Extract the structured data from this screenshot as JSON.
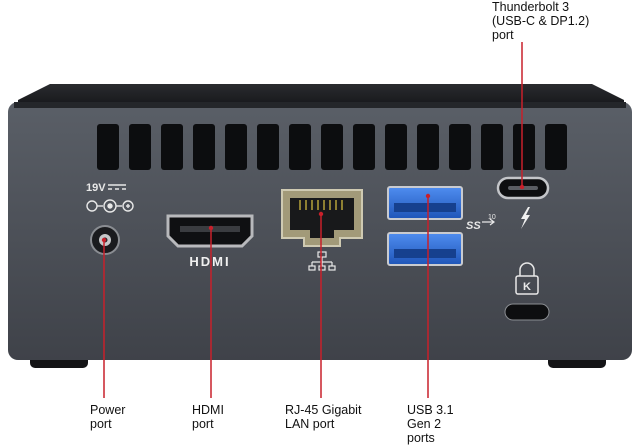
{
  "callouts": {
    "thunderbolt": "Thunderbolt 3\n(USB-C & DP1.2)\nport",
    "power": "Power\nport",
    "hdmi": "HDMI\nport",
    "rj45": "RJ-45 Gigabit\nLAN port",
    "usb": "USB 3.1\nGen 2\nports"
  },
  "device": {
    "power_rating": "19V",
    "hdmi_logo": "HDMI",
    "usb_speed_mark": "SS",
    "usb_speed_number": "10",
    "lock_glyph": "K"
  },
  "colors": {
    "callout_line": "#c8202b",
    "chassis": "#4c5058",
    "top_cover": "#1a1b1e",
    "usb_blue": "#2f6fd6"
  },
  "icons": [
    "power-polarity-icon",
    "lan-network-icon",
    "usb-superspeed-icon",
    "thunderbolt-bolt-icon",
    "kensington-lock-icon"
  ]
}
